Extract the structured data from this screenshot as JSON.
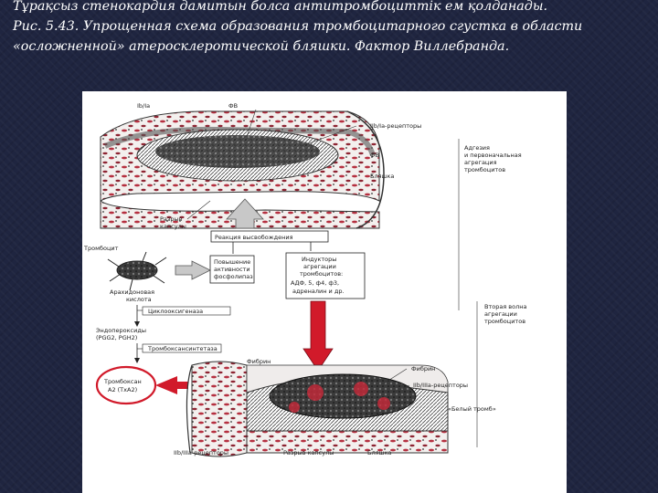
{
  "caption": {
    "line1": "Тұрақсыз стенокардия дамитын болса антитромбоциттік ем қолданады.",
    "line2": "Рис. 5.43. Упрощенная схема образования тромбоцитарного сгустка в области",
    "line3": "«осложненной» атеросклеротической бляшки. Фактор Виллебранда."
  },
  "figure": {
    "labels": {
      "ib_ia": "Ib/Ia",
      "fv_top": "ФВ",
      "iib_receptors_top": "IIb/Ia-рецепторы",
      "fv_mid": "ФВ",
      "plaque_top": "Бляшка",
      "adhesion_1": "Адгезия",
      "adhesion_2": "и первоначальная",
      "adhesion_3": "агрегация",
      "adhesion_4": "тромбоцитов",
      "rupture_1": "Разрыв",
      "rupture_2": "капсулы",
      "release": "Реакция высвобождения",
      "thrombocyte": "Тромбоцит",
      "phospholipase_1": "Повышение",
      "phospholipase_2": "активности",
      "phospholipase_3": "фосфолипаз",
      "inducers_1": "Индукторы",
      "inducers_2": "агрегации",
      "inducers_3": "тромбоцитов:",
      "inducers_4": "АДФ, 5, ф4, ф3,",
      "inducers_5": "адреналин и др.",
      "arachidonic_1": "Арахидоновая",
      "arachidonic_2": "кислота",
      "cyclooxygenase": "Циклооксигеназа",
      "endoperoxides_1": "Эндопероксиды",
      "endoperoxides_2": "(PGG2, PGH2)",
      "txsynthetase": "Тромбоксансинтетаза",
      "txa2_1": "Тромбоксан",
      "txa2_2": "A2 (TxA2)",
      "second_wave_1": "Вторая волна",
      "second_wave_2": "агрегации",
      "second_wave_3": "тромбоцитов",
      "fibrin_left": "Фибрин",
      "fibrin_right": "Фибрин",
      "iib_receptors_mid": "IIb/IIIa-рецепторы",
      "white_thrombus": "«Белый тромб»",
      "iib_receptors_bottom": "IIb/IIIa-рецепторы",
      "rupture_bottom": "Разрыв капсулы",
      "plaque_bottom": "Бляшка"
    }
  }
}
